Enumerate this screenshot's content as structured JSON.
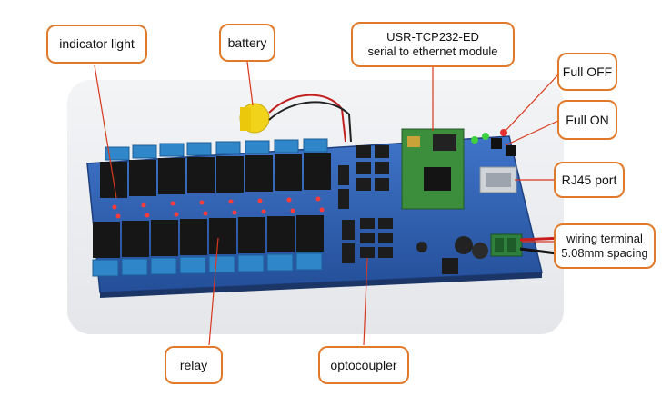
{
  "labels": {
    "indicator_light": "indicator light",
    "battery": "battery",
    "module_line1": "USR-TCP232-ED",
    "module_line2": "serial to ethernet module",
    "full_off": "Full OFF",
    "full_on": "Full ON",
    "rj45": "RJ45 port",
    "wiring_line1": "wiring terminal",
    "wiring_line2": "5.08mm spacing",
    "relay": "relay",
    "optocoupler": "optocoupler"
  },
  "colors": {
    "callout_border": "#e07a2a",
    "leader_line": "#d9381e",
    "pcb": "#2f5fb0",
    "relay_body": "#1a1a1a",
    "terminal": "#2f86c8"
  }
}
